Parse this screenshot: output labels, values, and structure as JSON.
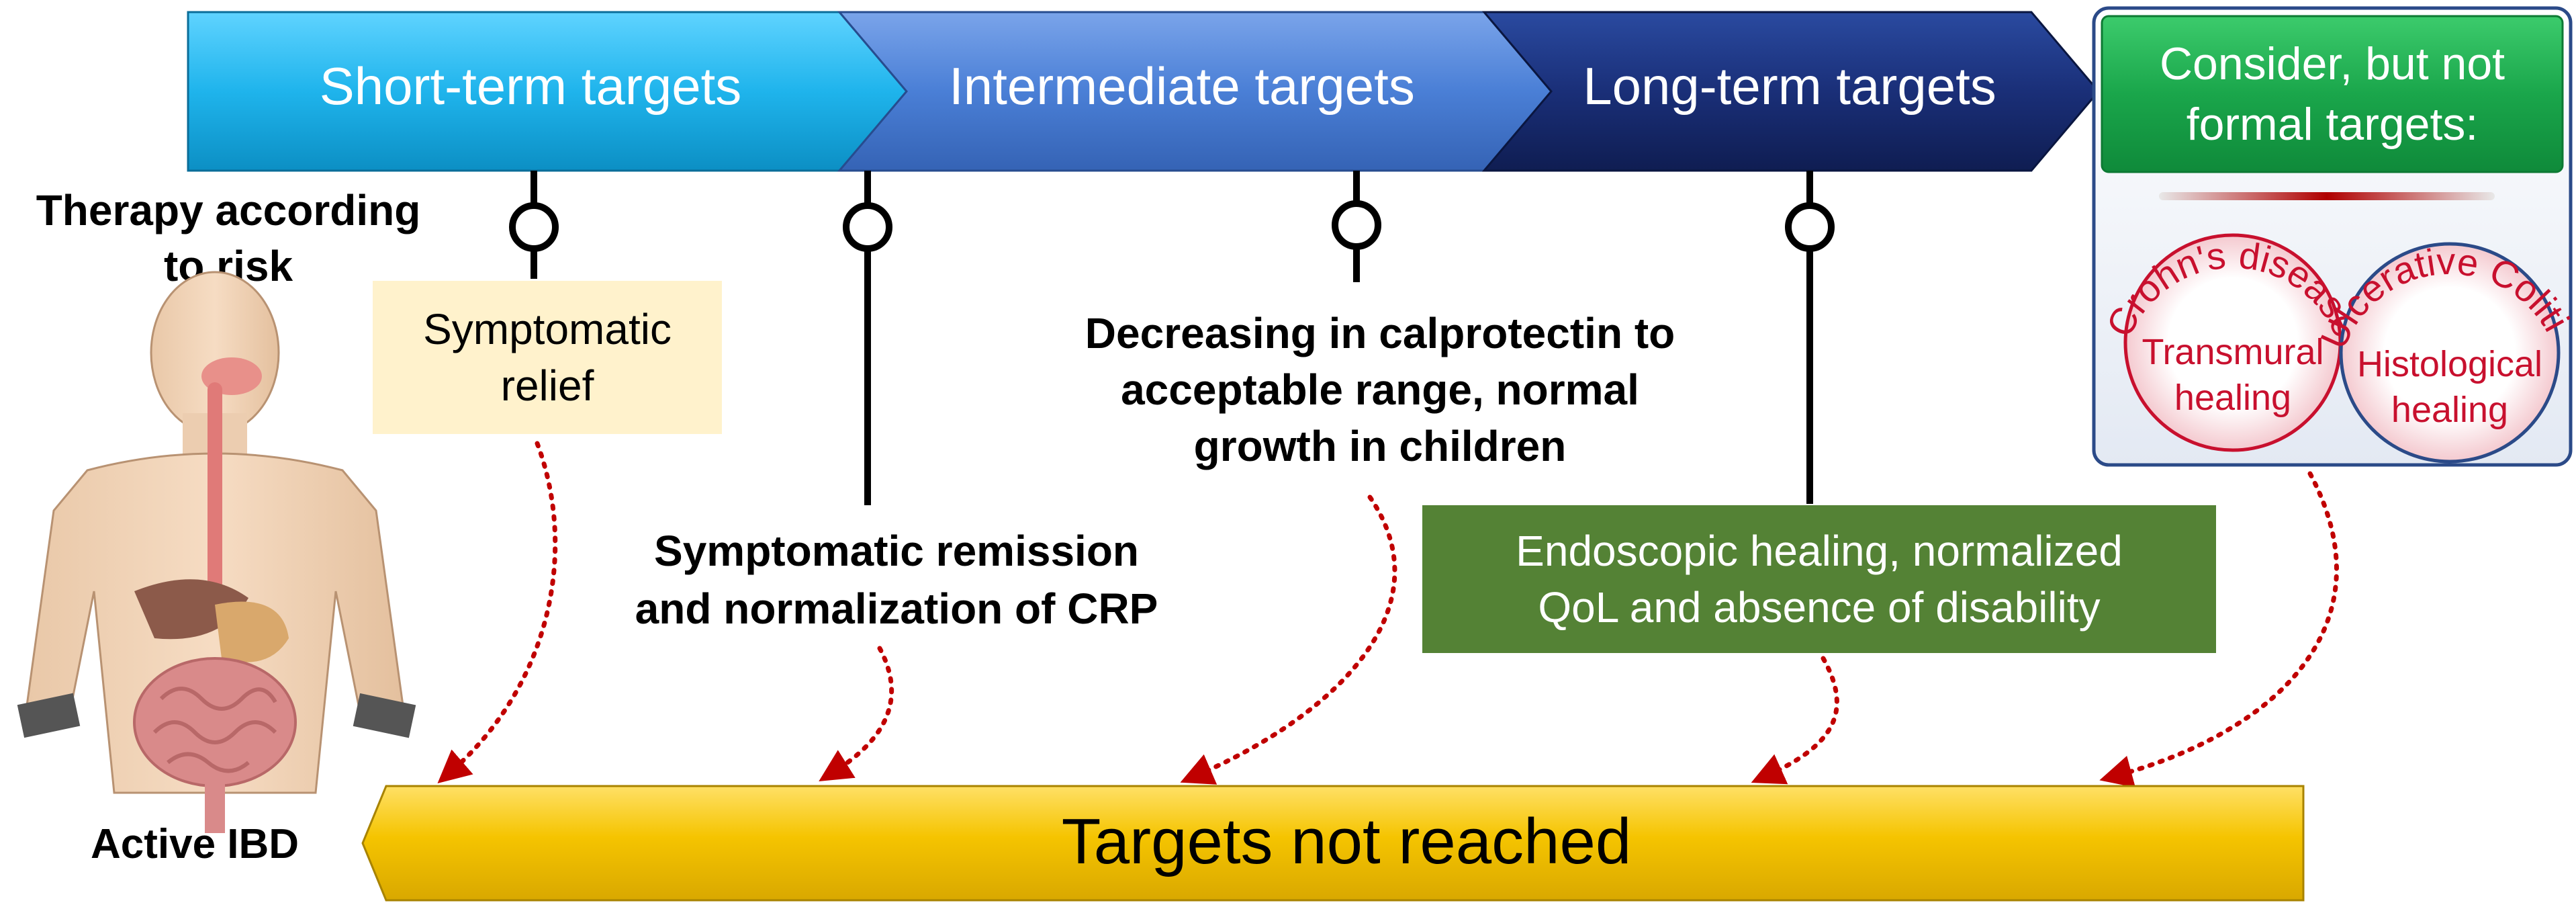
{
  "header": {
    "short_term": "Short-term targets",
    "intermediate": "Intermediate targets",
    "long_term": "Long-term targets",
    "consider_line1": "Consider, but not",
    "consider_line2": "formal targets:"
  },
  "left": {
    "therapy_line1": "Therapy according",
    "therapy_line2": "to risk",
    "active_ibd": "Active IBD"
  },
  "targets": {
    "symptomatic_relief_line1": "Symptomatic",
    "symptomatic_relief_line2": "relief",
    "remission_line1": "Symptomatic remission",
    "remission_line2": "and normalization of CRP",
    "calprotectin_line1": "Decreasing in calprotectin to",
    "calprotectin_line2": "acceptable range, normal",
    "calprotectin_line3": "growth in children",
    "endoscopic_line1": "Endoscopic healing, normalized",
    "endoscopic_line2": "QoL and absence of disability"
  },
  "circles": {
    "crohns_arc": "Crohn's disease",
    "crohns_line1": "Transmural",
    "crohns_line2": "healing",
    "uc_arc": "Ulcerative Colitis",
    "uc_line1": "Histological",
    "uc_line2": "healing"
  },
  "bottom": {
    "not_reached": "Targets not reached"
  },
  "colors": {
    "short_term": "#1fb4ec",
    "intermediate": "#4a7fd6",
    "long_term": "#1a2f78",
    "consider": "#1aa64b",
    "endoscopic_box": "#548235",
    "relief_box": "#fff2cc",
    "bottom_bar": "#f5c400",
    "dotted_arrow": "#c00000",
    "circle_text": "#c8102e"
  }
}
